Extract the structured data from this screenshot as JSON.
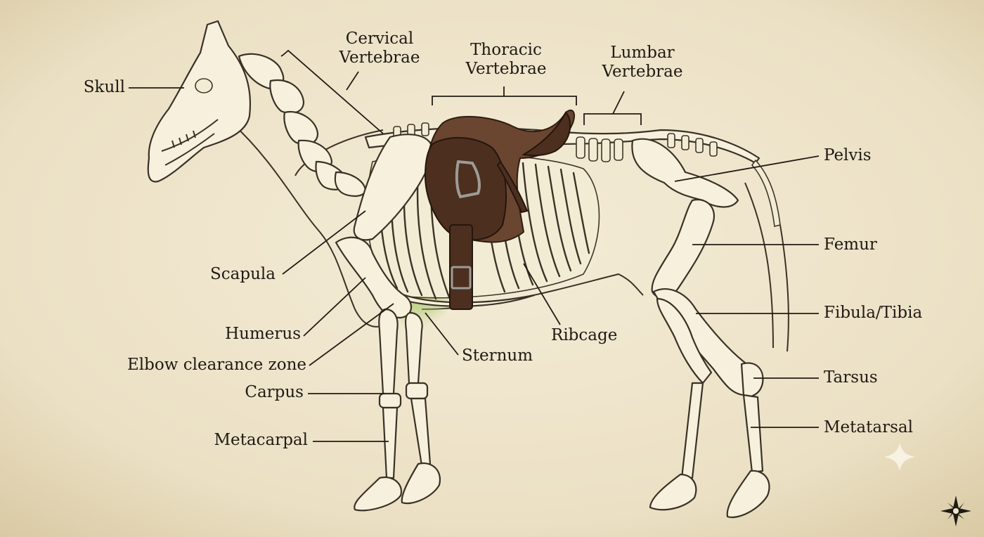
{
  "labels": {
    "skull": "Skull",
    "cervical_line1": "Cervical",
    "cervical_line2": "Vertebrae",
    "thoracic_line1": "Thoracic",
    "thoracic_line2": "Vertebrae",
    "lumbar_line1": "Lumbar",
    "lumbar_line2": "Vertebrae",
    "pelvis": "Pelvis",
    "femur": "Femur",
    "fibula_tibia": "Fibula/Tibia",
    "tarsus": "Tarsus",
    "metatarsal": "Metatarsal",
    "scapula": "Scapula",
    "humerus": "Humerus",
    "elbow_zone": "Elbow clearance zone",
    "carpus": "Carpus",
    "metacarpal": "Metacarpal",
    "sternum": "Sternum",
    "ribcage": "Ribcage"
  },
  "icons": {
    "corner": "compass-star-icon",
    "sparkle": "sparkle-icon"
  },
  "colors": {
    "parchment": "#efe6cf",
    "bone": "#f6f0dc",
    "ink": "#1f1a14",
    "saddle_leather": "#6a4530",
    "elbow_zone_highlight": "#9bbf5a"
  }
}
